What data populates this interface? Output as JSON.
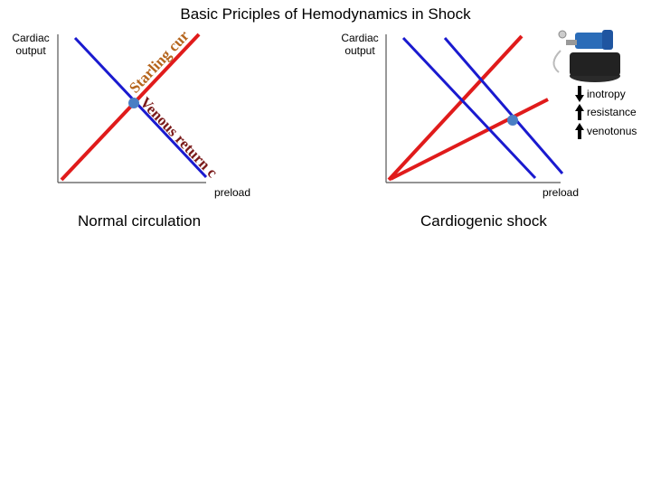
{
  "title": "Basic Priciples of Hemodynamics in Shock",
  "left_panel": {
    "y_axis_label": "Cardiac output",
    "x_axis_label": "preload",
    "caption": "Normal circulation",
    "starling_label": "Starling curve",
    "venous_label": "Venous return curve"
  },
  "right_panel": {
    "y_axis_label": "Cardiac output",
    "x_axis_label": "preload",
    "caption": "Cardiogenic shock",
    "legend": [
      {
        "direction": "down",
        "label": "inotropy"
      },
      {
        "direction": "up",
        "label": "resistance"
      },
      {
        "direction": "up",
        "label": "venotonus"
      }
    ]
  },
  "colors": {
    "starling": "#e01b1b",
    "venous": "#1a1acf",
    "equilibrium": "#4a7fc4",
    "axis": "#555555"
  },
  "icons": {
    "pump": "water-pump-icon"
  }
}
